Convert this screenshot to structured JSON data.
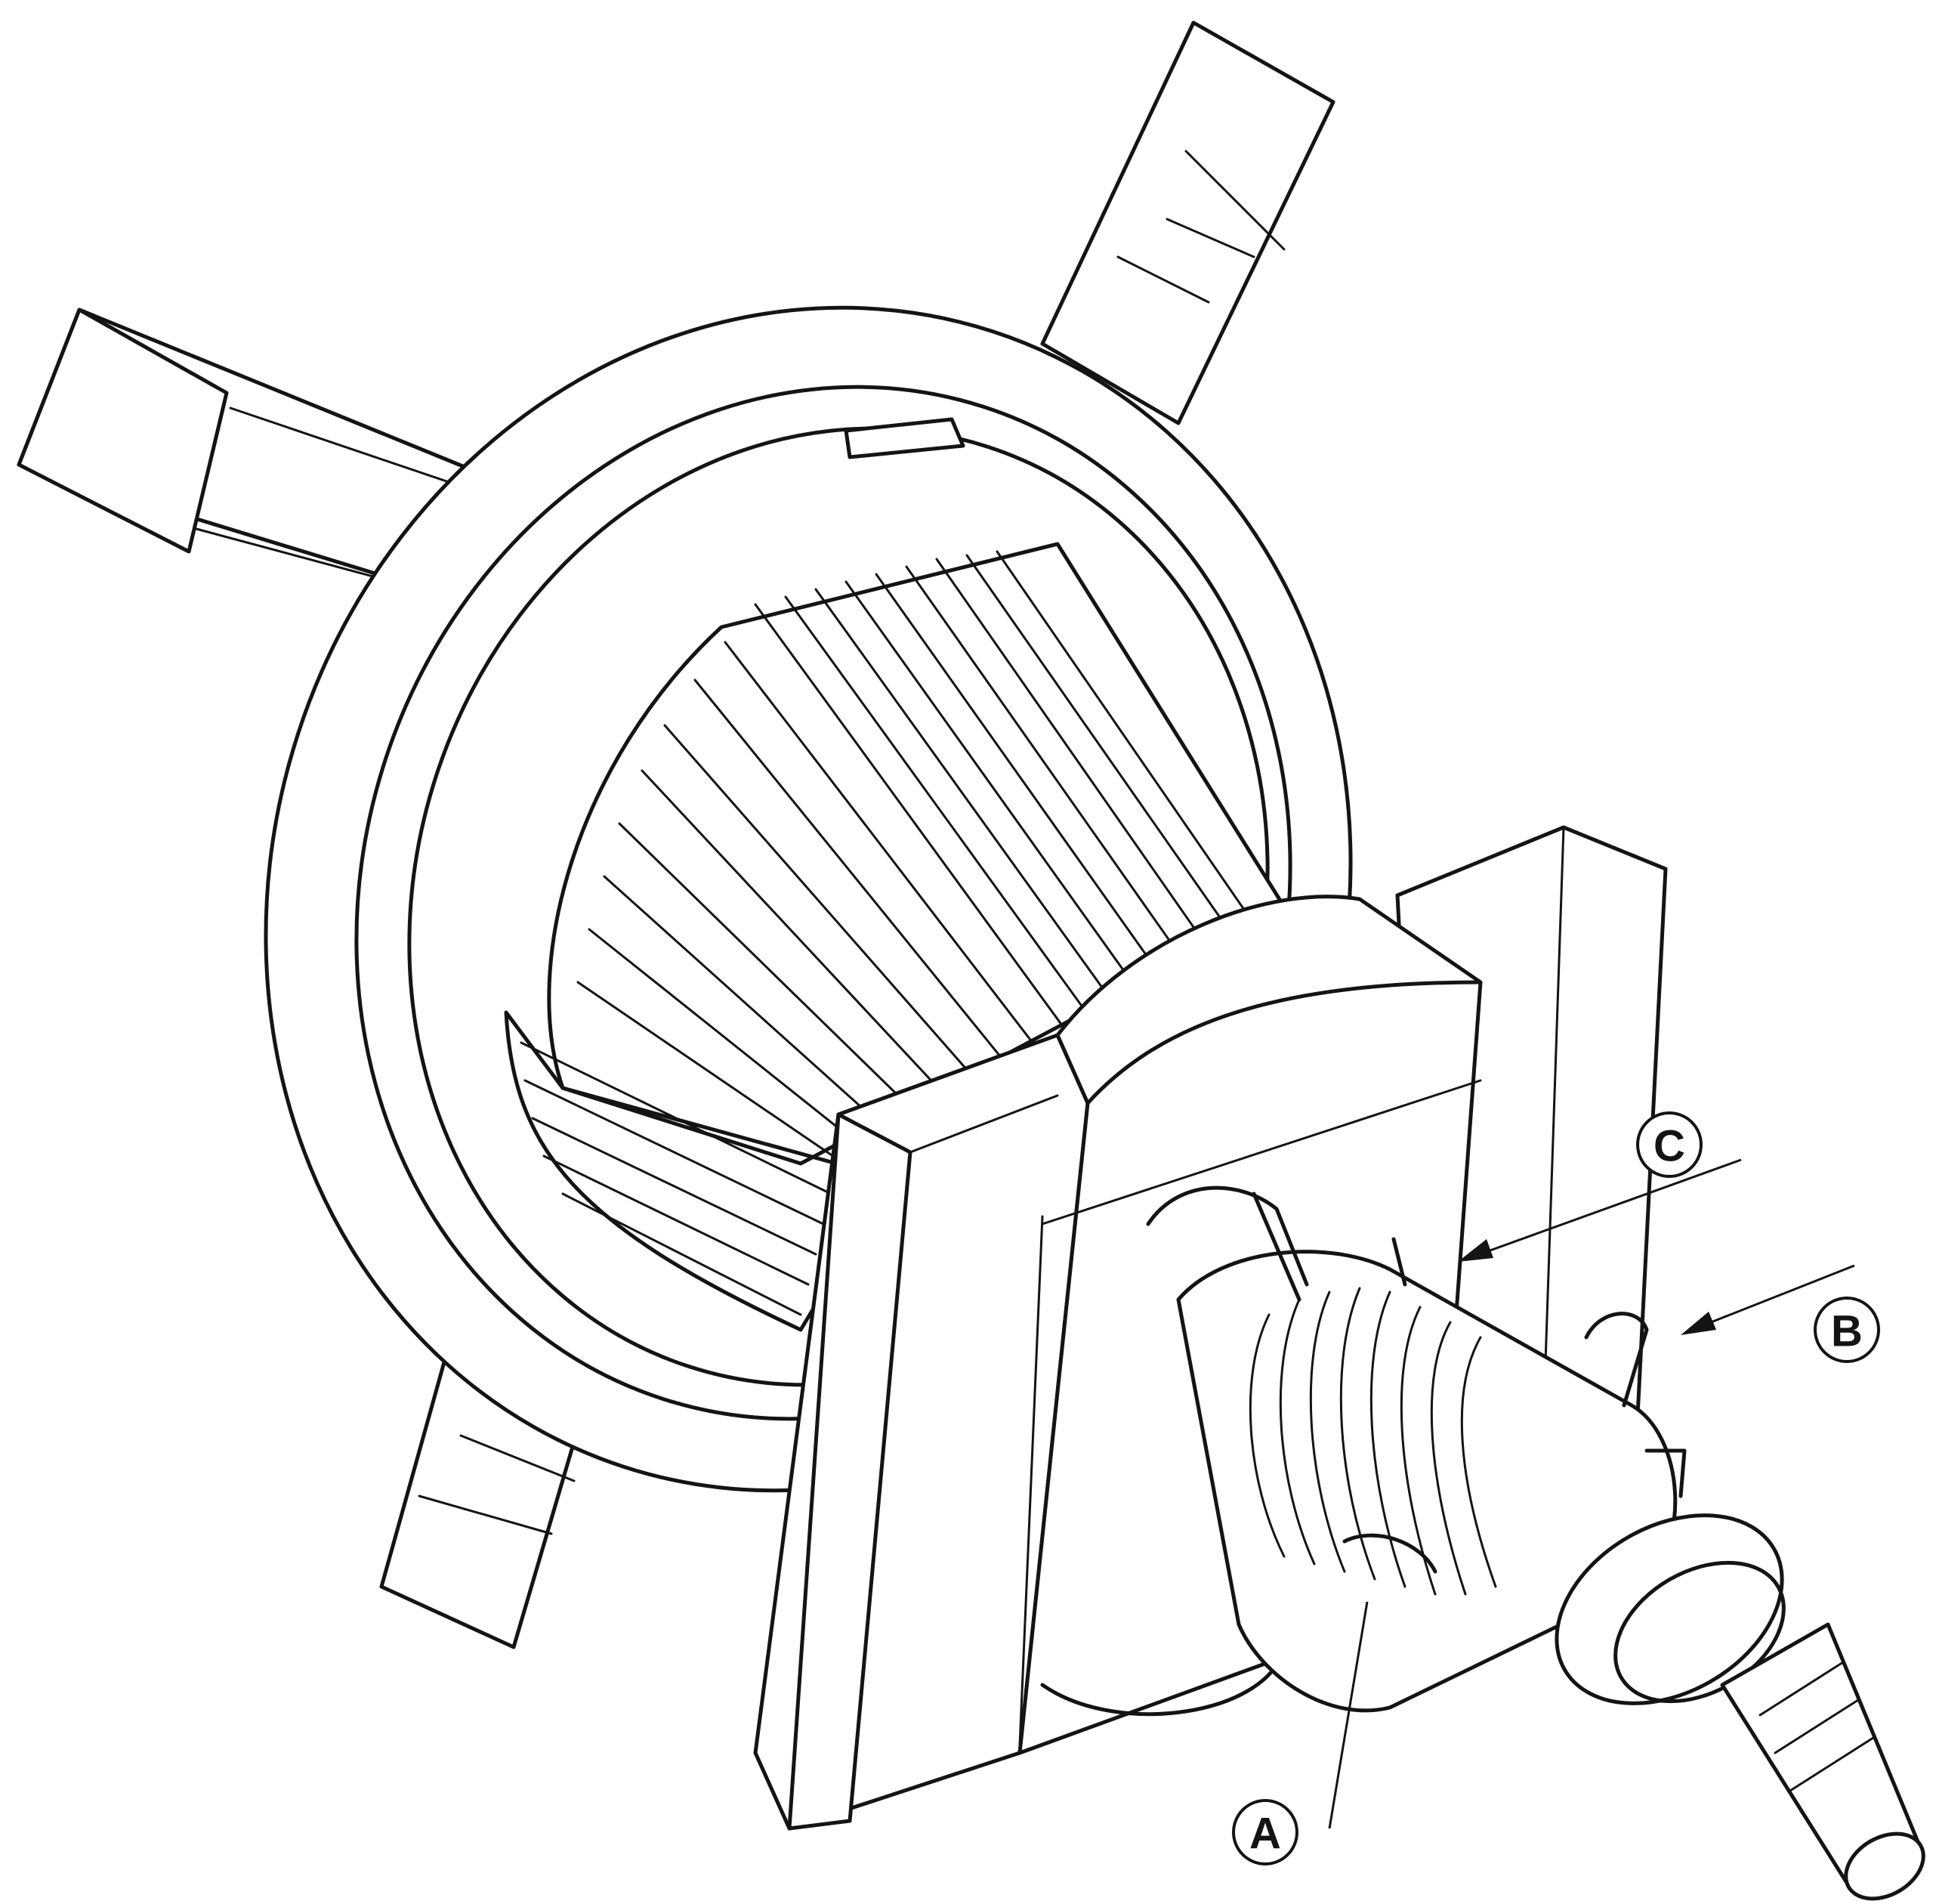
{
  "callouts": [
    {
      "id": "A",
      "label": "A"
    },
    {
      "id": "B",
      "label": "B"
    },
    {
      "id": "C",
      "label": "C"
    }
  ],
  "colors": {
    "ink": "#141414",
    "paper": "#ffffff"
  }
}
